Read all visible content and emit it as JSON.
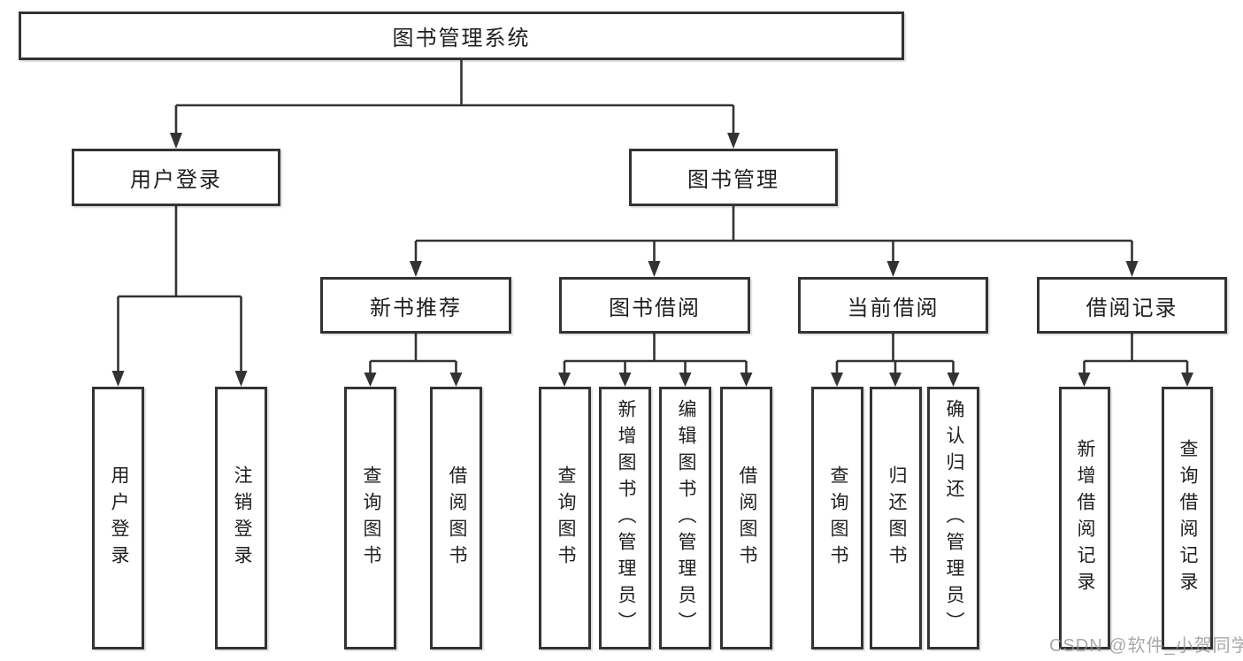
{
  "diagram": {
    "type": "tree",
    "title": "图书管理系统"
  },
  "tree": {
    "label": "图书管理系统",
    "children": [
      {
        "label": "用户登录",
        "children": [
          {
            "label": "用户登录"
          },
          {
            "label": "注销登录"
          }
        ]
      },
      {
        "label": "图书管理",
        "children": [
          {
            "label": "新书推荐",
            "children": [
              {
                "label": "查询图书"
              },
              {
                "label": "借阅图书"
              }
            ]
          },
          {
            "label": "图书借阅",
            "children": [
              {
                "label": "查询图书"
              },
              {
                "label": "新增图书（管理员）"
              },
              {
                "label": "编辑图书（管理员）"
              },
              {
                "label": "借阅图书"
              }
            ]
          },
          {
            "label": "当前借阅",
            "children": [
              {
                "label": "查询图书"
              },
              {
                "label": "归还图书"
              },
              {
                "label": "确认归还（管理员）"
              }
            ]
          },
          {
            "label": "借阅记录",
            "children": [
              {
                "label": "新增借阅记录"
              },
              {
                "label": "查询借阅记录"
              }
            ]
          }
        ]
      }
    ]
  },
  "watermark": {
    "text": "CSDN @软件_小贺同学"
  },
  "colors": {
    "line": "#333333",
    "text": "#1f1f1f",
    "background": "#ffffff",
    "watermark": "#919191"
  }
}
